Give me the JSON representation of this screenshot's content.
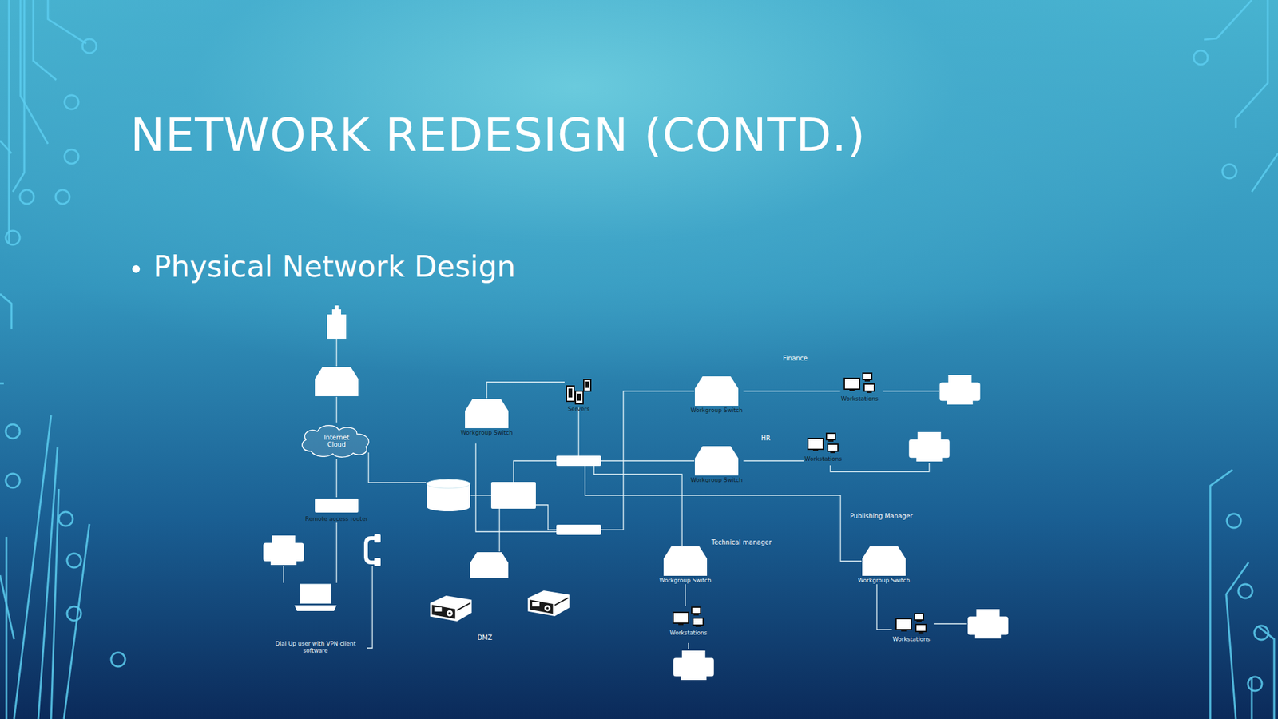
{
  "diagram": {
    "title": "NETWORK REDESIGN (CONTD.)",
    "nodes": [
      {
        "text": [
          "Servers"
        ]
      },
      {
        "text": [
          "Workgroup Switch"
        ]
      },
      {
        "text": [
          "Workstations"
        ]
      },
      {
        "text": [
          "Workgroup Switch"
        ]
      },
      {
        "text": [
          "Internet Cloud"
        ]
      },
      {
        "text": [
          "Workstations"
        ]
      },
      {
        "text": [
          "Workgroup Switch"
        ]
      },
      {
        "text": [
          "Remote access router"
        ]
      },
      {
        "text": [
          "Workgroup Switch"
        ]
      },
      {
        "text": [
          "Workgroup Switch"
        ]
      },
      {
        "text": [
          "Workstations"
        ]
      },
      {
        "text": [
          "Workstations"
        ]
      },
      {
        "text": [
          "Dial Up user with VPN client software"
        ]
      }
    ],
    "edges": [
      {
        "from": 3,
        "to": 0,
        "arrow": "none"
      },
      {
        "from": 1,
        "to": 2,
        "arrow": "none"
      },
      {
        "from": 6,
        "to": 5,
        "arrow": "none"
      },
      {
        "from": 8,
        "to": 10,
        "arrow": "none"
      },
      {
        "from": 9,
        "to": 11,
        "arrow": "none"
      },
      {
        "from": 4,
        "to": 7,
        "arrow": "none"
      },
      {
        "from": 7,
        "to": 12,
        "arrow": "none"
      }
    ],
    "labels": [
      "Physical Network Design",
      "Finance",
      "HR",
      "Publishing Manager",
      "Technical manager",
      "DMZ"
    ]
  }
}
